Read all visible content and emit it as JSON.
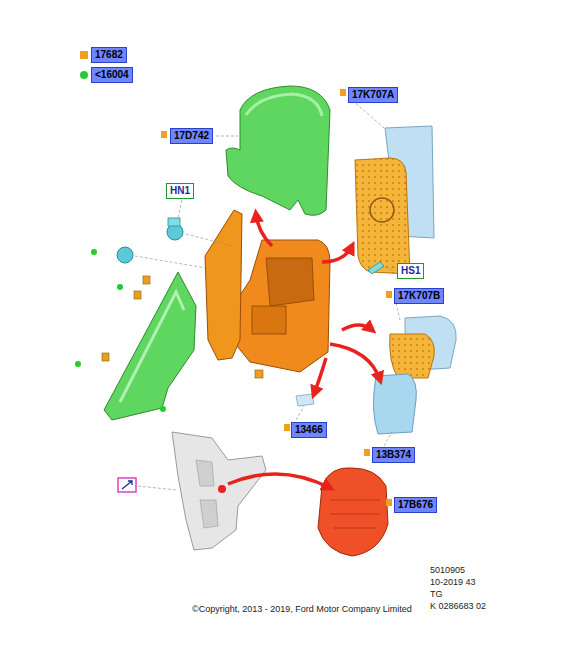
{
  "diagram": {
    "nodes": [
      {
        "text": [
          "17K707A"
        ]
      },
      {
        "text": [
          "17D742"
        ]
      },
      {
        "text": [
          "HN1"
        ]
      },
      {
        "text": [
          "HS1"
        ]
      },
      {
        "text": [
          "17K707B"
        ]
      },
      {
        "text": [
          "13466"
        ]
      },
      {
        "text": [
          "13B374"
        ]
      },
      {
        "text": [
          "17B676"
        ]
      }
    ],
    "edges": [],
    "labels": [
      "5010905",
      "10-2019 43",
      "TG",
      "K 0286683 02",
      "©Copyright, 2013 - 2019, Ford Motor Company Limited"
    ],
    "legend": [
      {
        "text": "17682",
        "color": "#f0a020"
      },
      {
        "text": "<16004",
        "color": "#22cc33"
      }
    ]
  }
}
